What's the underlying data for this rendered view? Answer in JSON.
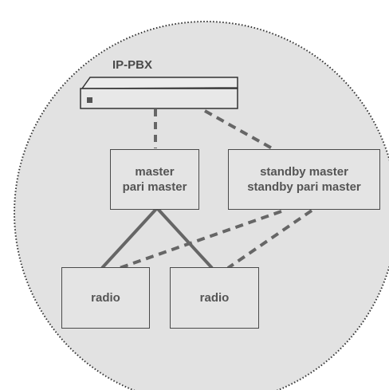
{
  "diagram": {
    "pbx_label": "IP-PBX",
    "master_box": {
      "line1": "master",
      "line2": "pari master"
    },
    "standby_box": {
      "line1": "standby master",
      "line2": "standby pari master"
    },
    "radio_left": {
      "label": "radio"
    },
    "radio_right": {
      "label": "radio"
    }
  },
  "colors": {
    "circle_fill": "#e2e2e2",
    "circle_border": "#333333",
    "box_fill": "#e4e4e4",
    "box_border": "#4a4a4a",
    "link_color": "#666666",
    "text_color": "#555555"
  },
  "icons": {
    "pbx": "network-device-icon"
  }
}
